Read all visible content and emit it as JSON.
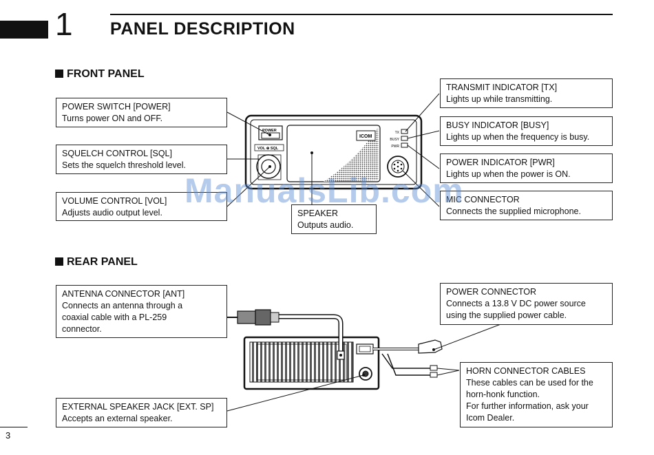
{
  "header": {
    "chapter_number": "1",
    "title": "PANEL DESCRIPTION"
  },
  "front_panel": {
    "heading": "FRONT PANEL",
    "device": {
      "power_label": "POWER",
      "vol_sql_label": "VOL ⊕ SQL",
      "brand": "ICOM",
      "tx_label": "TX",
      "busy_label": "BUSY",
      "pwr_label": "PWR"
    },
    "callouts": {
      "power_switch": {
        "title": "POWER SWITCH [POWER]",
        "desc": "Turns power ON and OFF."
      },
      "squelch": {
        "title": "SQUELCH CONTROL [SQL]",
        "desc": "Sets the squelch threshold level."
      },
      "volume": {
        "title": "VOLUME CONTROL [VOL]",
        "desc": "Adjusts audio output level."
      },
      "speaker": {
        "title": "SPEAKER",
        "desc": "Outputs audio."
      },
      "transmit": {
        "title": "TRANSMIT INDICATOR [TX]",
        "desc": "Lights up while transmitting."
      },
      "busy": {
        "title": "BUSY INDICATOR [BUSY]",
        "desc": "Lights up when the frequency is busy."
      },
      "power_ind": {
        "title": "POWER INDICATOR [PWR]",
        "desc": "Lights up when the power is ON."
      },
      "mic": {
        "title": "MIC CONNECTOR",
        "desc": "Connects the supplied microphone."
      }
    }
  },
  "rear_panel": {
    "heading": "REAR PANEL",
    "callouts": {
      "antenna": {
        "title": "ANTENNA CONNECTOR [ANT]",
        "lines": [
          "Connects an antenna through a",
          "coaxial cable with a PL-259",
          "connector."
        ]
      },
      "ext_speaker": {
        "title": "EXTERNAL SPEAKER JACK [EXT. SP]",
        "desc": "Accepts an external speaker."
      },
      "power_conn": {
        "title": "POWER CONNECTOR",
        "lines": [
          "Connects a 13.8 V DC power source",
          "using the supplied power cable."
        ]
      },
      "horn": {
        "title": "HORN CONNECTOR CABLES",
        "lines": [
          "These cables can be used for the",
          "horn-honk function.",
          "For further information, ask your",
          "Icom Dealer."
        ]
      }
    }
  },
  "footer": {
    "page_number": "3"
  },
  "watermark": "ManualsLib.com"
}
